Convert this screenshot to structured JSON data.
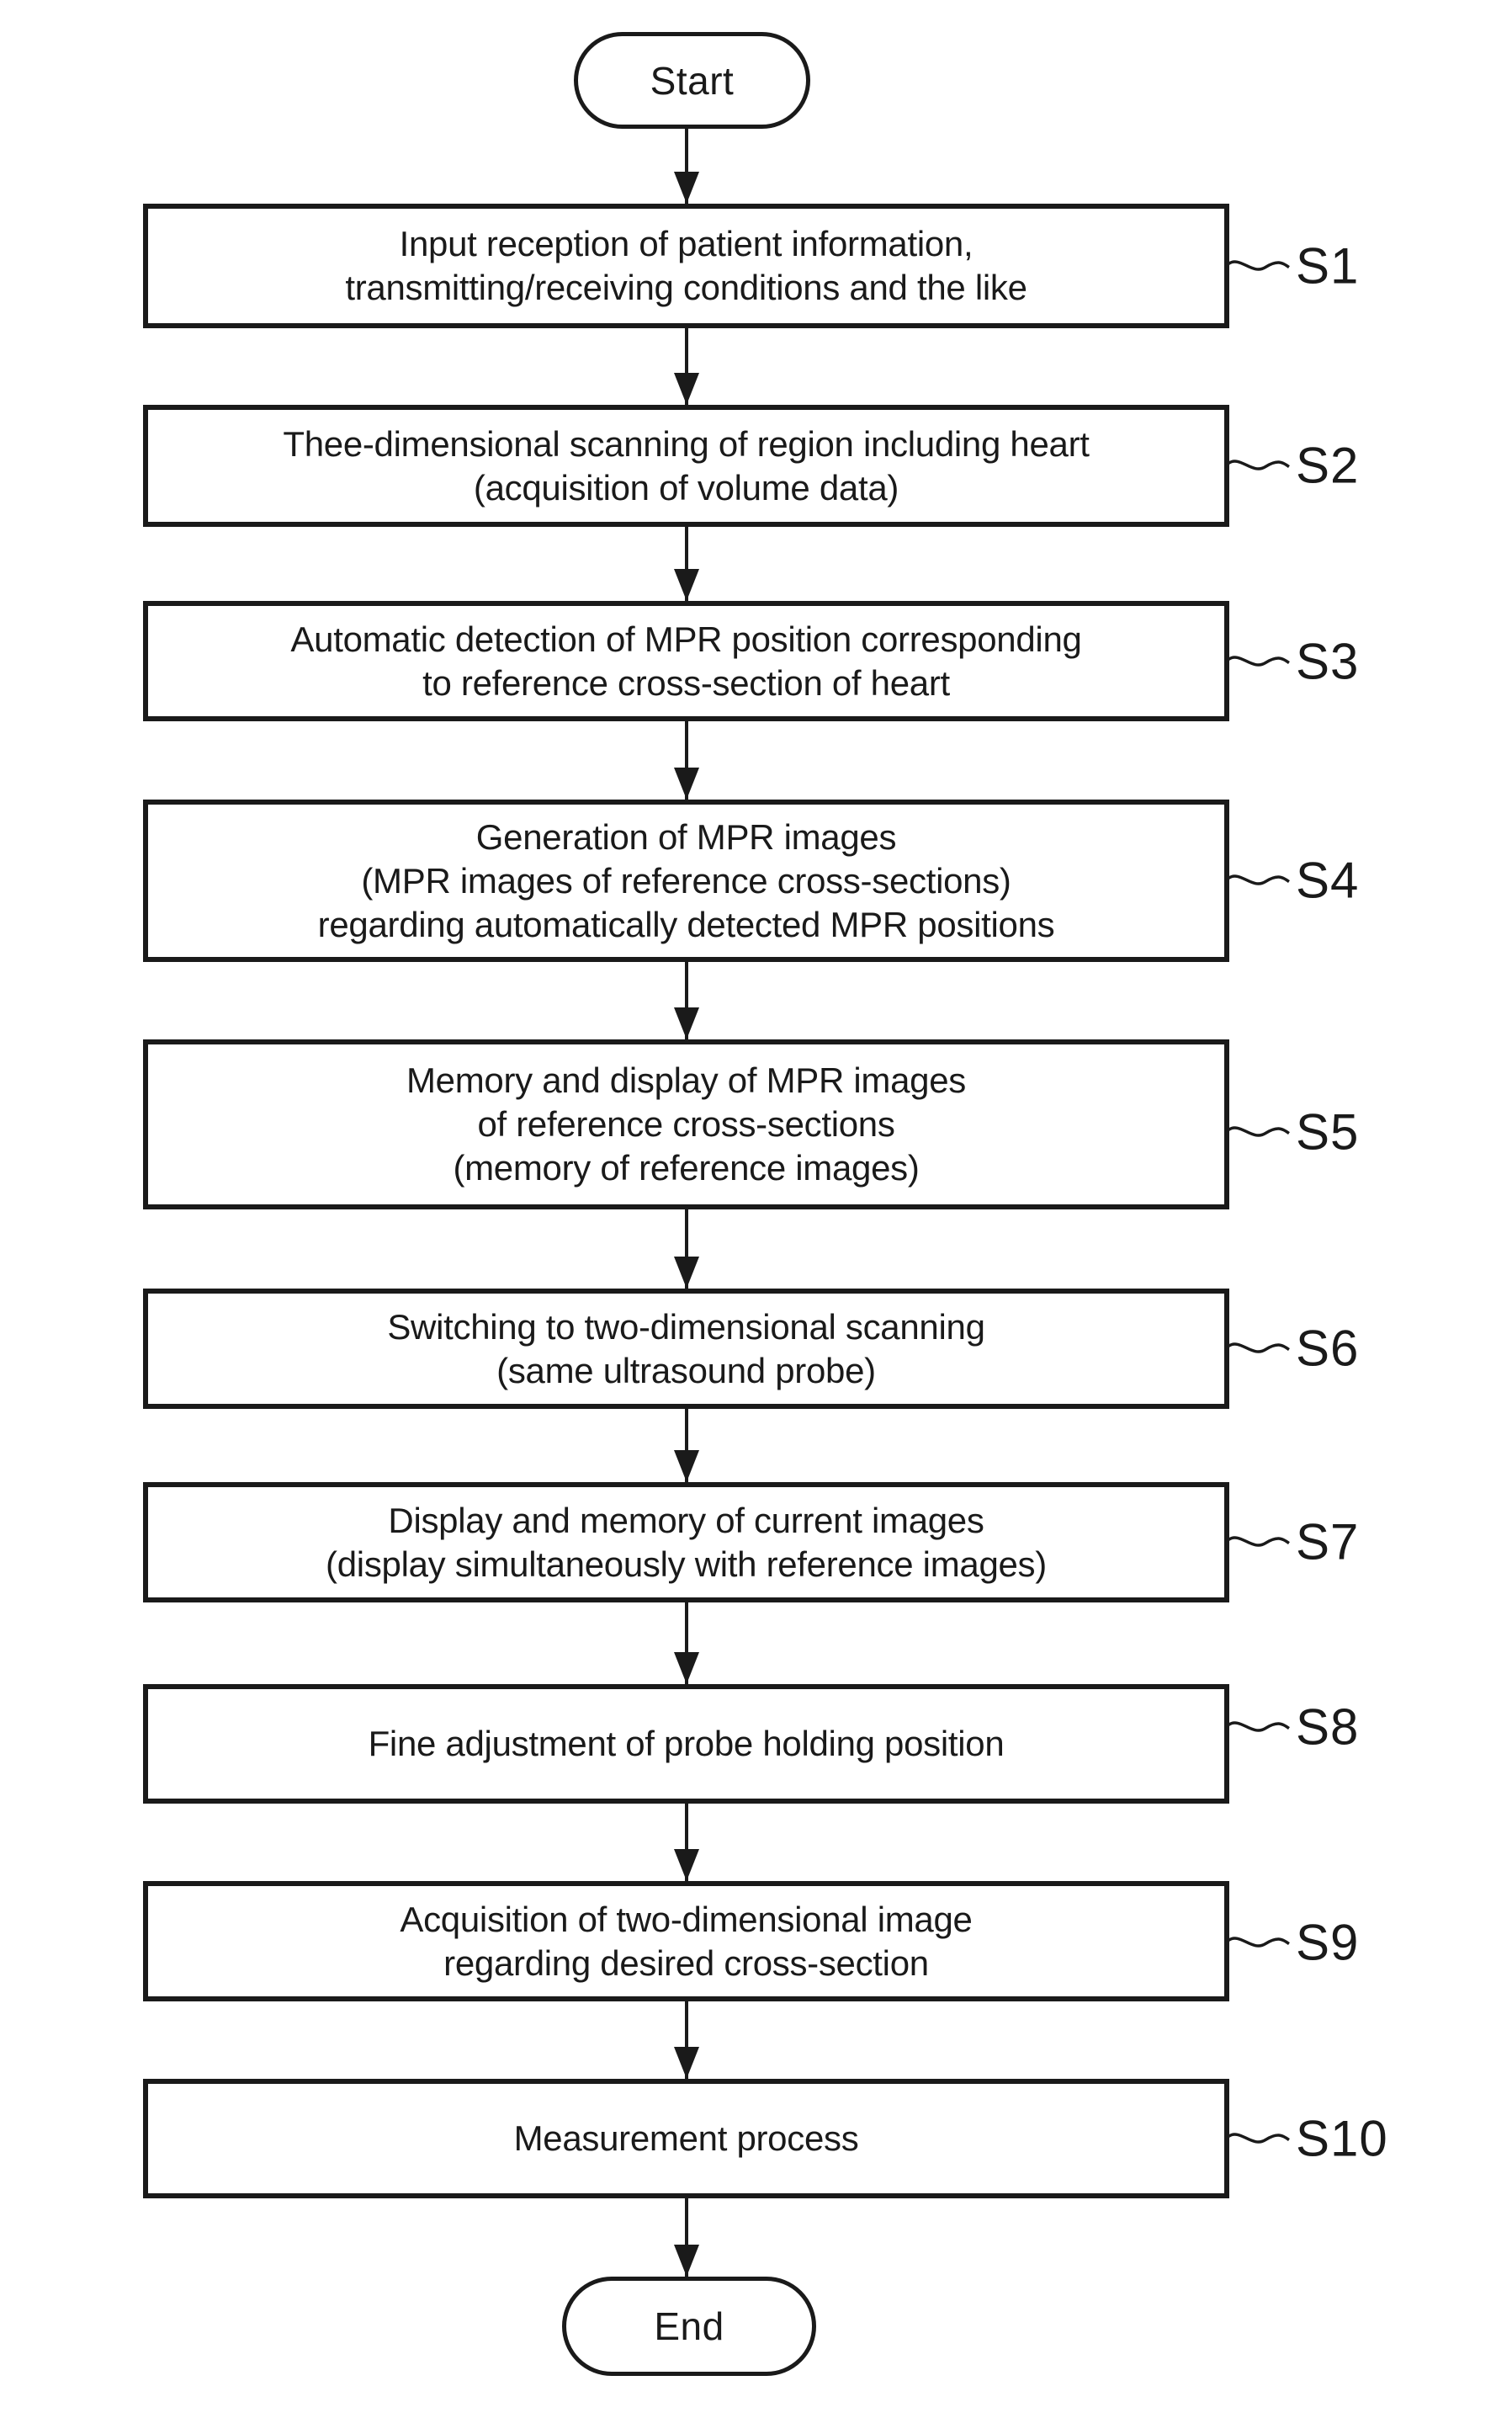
{
  "figure": {
    "type": "flowchart",
    "colors": {
      "ink": "#1a1a1a",
      "background": "#ffffff"
    },
    "start_label": "Start",
    "end_label": "End",
    "steps": [
      {
        "id": "S1",
        "lines": [
          "Input reception of patient information,",
          "transmitting/receiving conditions and the like"
        ]
      },
      {
        "id": "S2",
        "lines": [
          "Thee-dimensional scanning of region including heart",
          "(acquisition of volume data)"
        ]
      },
      {
        "id": "S3",
        "lines": [
          "Automatic detection of MPR position corresponding",
          "to reference cross-section of heart"
        ]
      },
      {
        "id": "S4",
        "lines": [
          "Generation of MPR images",
          "(MPR images of reference cross-sections)",
          "regarding automatically detected MPR positions"
        ]
      },
      {
        "id": "S5",
        "lines": [
          "Memory and display of MPR images",
          "of reference cross-sections",
          "(memory of reference images)"
        ]
      },
      {
        "id": "S6",
        "lines": [
          "Switching to two-dimensional scanning",
          "(same ultrasound probe)"
        ]
      },
      {
        "id": "S7",
        "lines": [
          "Display and memory of current images",
          "(display simultaneously with reference images)"
        ]
      },
      {
        "id": "S8",
        "lines": [
          "Fine adjustment of probe holding position"
        ]
      },
      {
        "id": "S9",
        "lines": [
          "Acquisition of two-dimensional image",
          "regarding desired cross-section"
        ]
      },
      {
        "id": "S10",
        "lines": [
          "Measurement process"
        ]
      }
    ]
  }
}
